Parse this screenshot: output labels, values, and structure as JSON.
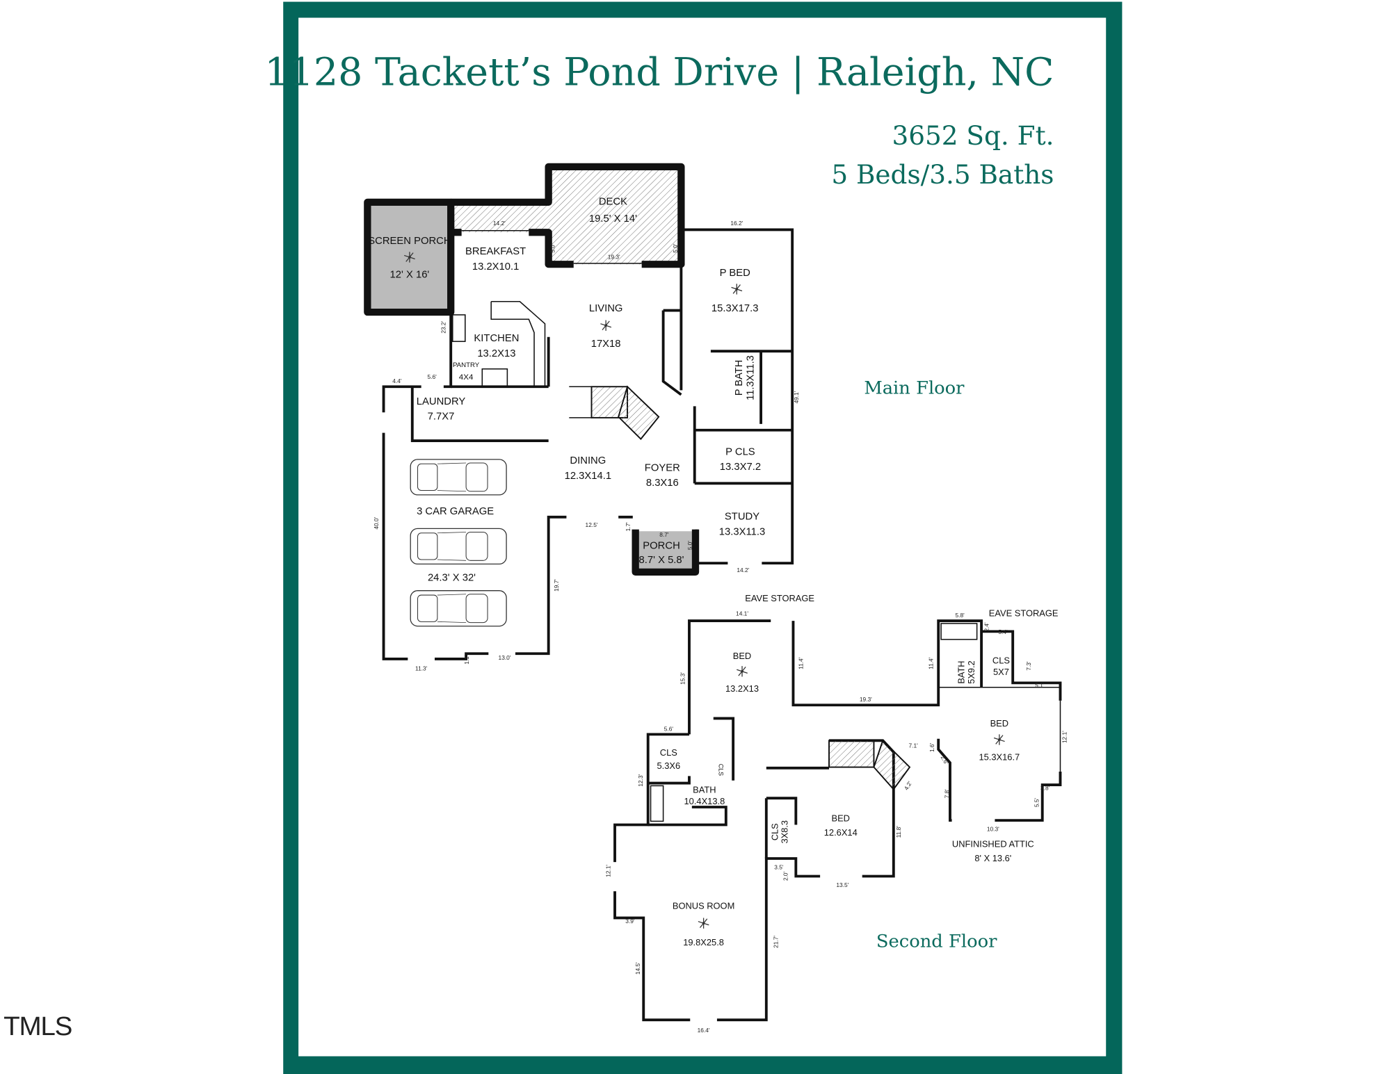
{
  "header": {
    "title": "1128 Tackett’s Pond Drive | Raleigh, NC",
    "sqft": "3652 Sq. Ft.",
    "beds_baths": "5 Beds/3.5 Baths"
  },
  "logo": "TMLS",
  "colors": {
    "frame": "#04665a",
    "text": "#0b6a5d"
  },
  "main_floor": {
    "label": "Main Floor",
    "rooms": [
      {
        "name": "DECK",
        "size": "19.5' X 14'"
      },
      {
        "name": "SCREEN PORCH",
        "size": "12' X 16'"
      },
      {
        "name": "BREAKFAST",
        "size": "13.2X10.1"
      },
      {
        "name": "LIVING",
        "size": "17X18"
      },
      {
        "name": "P BED",
        "size": "15.3X17.3"
      },
      {
        "name": "KITCHEN",
        "size": "13.2X13"
      },
      {
        "name": "PANTRY",
        "size": "4X4"
      },
      {
        "name": "P BATH",
        "size": "11.3X11.3"
      },
      {
        "name": "LAUNDRY",
        "size": "7.7X7"
      },
      {
        "name": "DINING",
        "size": "12.3X14.1"
      },
      {
        "name": "FOYER",
        "size": "8.3X16"
      },
      {
        "name": "P CLS",
        "size": "13.3X7.2"
      },
      {
        "name": "3 CAR GARAGE",
        "size": "24.3' X 32'"
      },
      {
        "name": "STUDY",
        "size": "13.3X11.3"
      },
      {
        "name": "PORCH",
        "size": "8.7' X 5.8'"
      }
    ],
    "dims": [
      "14.2'",
      "19.3'",
      "16.2'",
      "5.0'",
      "5.0'",
      "23.2'",
      "4.4'",
      "5.6'",
      "49.1'",
      "40.0'",
      "12.5'",
      "1.7'",
      "8.7'",
      "5.0'",
      "14.2'",
      "19.7'",
      "11.3'",
      "1.1'",
      "13.0'"
    ]
  },
  "second_floor": {
    "label": "Second Floor",
    "rooms": [
      {
        "name": "EAVE STORAGE",
        "size": ""
      },
      {
        "name": "BED",
        "size": "13.2X13"
      },
      {
        "name": "EAVE STORAGE",
        "size": ""
      },
      {
        "name": "BATH",
        "size": "5X9.2"
      },
      {
        "name": "CLS",
        "size": "5X7"
      },
      {
        "name": "BED",
        "size": "15.3X16.7"
      },
      {
        "name": "CLS",
        "size": "5.3X6"
      },
      {
        "name": "CLS",
        "size": ""
      },
      {
        "name": "BATH",
        "size": "10.4X13.8"
      },
      {
        "name": "UNFINISHED ATTIC",
        "size": "8' X 13.6'"
      },
      {
        "name": "BED",
        "size": "12.6X14"
      },
      {
        "name": "CLS",
        "size": "3X8.3"
      },
      {
        "name": "BONUS ROOM",
        "size": "19.8X25.8"
      }
    ],
    "dims": [
      "14.1'",
      "15.3'",
      "11.4'",
      "19.3'",
      "5.8'",
      "2.4'",
      "5.4'",
      "11.4'",
      "7.3'",
      "5.1'",
      "12.1'",
      "1.6'",
      "7.1'",
      "2.6'",
      "5.6'",
      "12.3'",
      "4.2'",
      "3.8'",
      "7.8'",
      "5.5'",
      "10.3'",
      "11.8'",
      "3.5'",
      "2.0'",
      "13.5'",
      "12.1'",
      "3.9'",
      "21.7'",
      "14.5'",
      "16.4'"
    ]
  }
}
